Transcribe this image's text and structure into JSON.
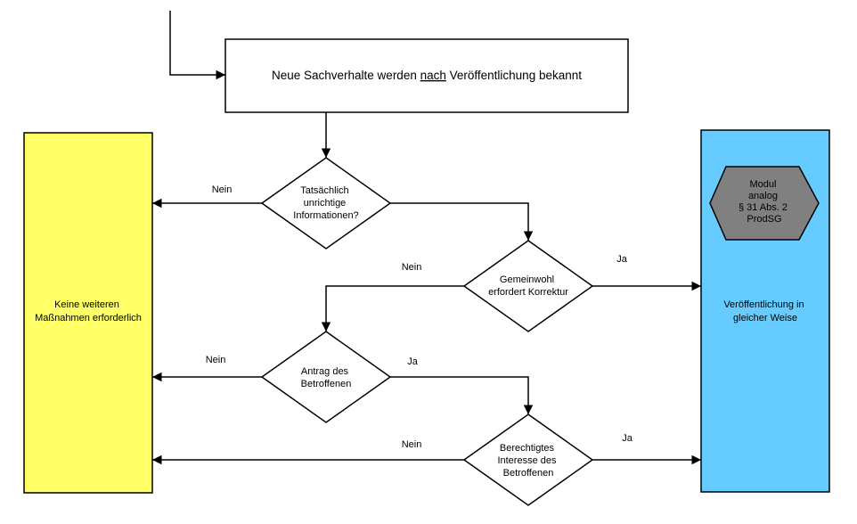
{
  "diagram": {
    "start_box": {
      "prefix": "Neue Sachverhalte werden ",
      "emphasis": "nach",
      "suffix": " Veröffentlichung bekannt"
    },
    "left_box": {
      "line1": "Keine weiteren",
      "line2": "Maßnahmen erforderlich"
    },
    "right_box": {
      "line1": "Veröffentlichung in",
      "line2": "gleicher Weise"
    },
    "module": {
      "line1": "Modul",
      "line2": "analog",
      "line3": "§ 31 Abs. 2",
      "line4": "ProdSG"
    },
    "decisions": [
      {
        "line1": "Tatsächlich",
        "line2": "unrichtige",
        "line3": "Informationen?"
      },
      {
        "line1": "Gemeinwohl",
        "line2": "erfordert Korrektur"
      },
      {
        "line1": "Antrag des",
        "line2": "Betroffenen"
      },
      {
        "line1": "Berechtigtes",
        "line2": "Interesse des",
        "line3": "Betroffenen"
      }
    ],
    "edge_labels": {
      "nein_1": "Nein",
      "nein_2": "Nein",
      "ja_2": "Ja",
      "nein_3": "Nein",
      "ja_3": "Ja",
      "nein_4": "Nein",
      "ja_4": "Ja"
    },
    "colors": {
      "left_box_fill": "#ffff66",
      "right_box_fill": "#66ccff",
      "module_fill": "#808080",
      "stroke": "#000000"
    }
  }
}
